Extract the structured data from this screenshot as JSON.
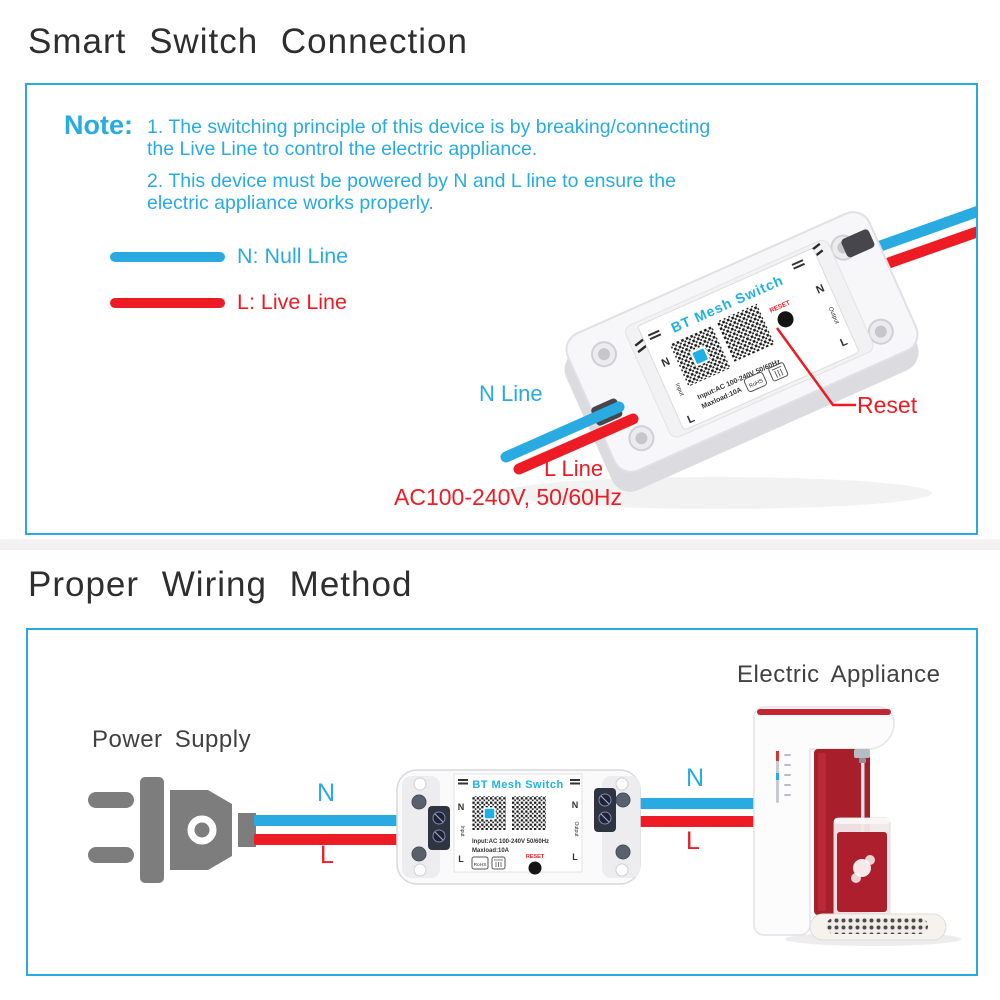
{
  "colors": {
    "accent_cyan": "#29ABE2",
    "accent_red": "#ED1C24",
    "title_dark": "#2e2e2e",
    "plug_gray": "#7d7d7d",
    "appliance_red": "#A91E2B"
  },
  "section1": {
    "title": "Smart Switch Connection",
    "note_label": "Note:",
    "notes": [
      {
        "l1": "1. The switching principle of this device is by breaking/connecting",
        "l2": "the Live Line to control the electric appliance."
      },
      {
        "l1": "2. This device must be powered by N and L line to ensure the",
        "l2": "electric appliance works properly."
      }
    ],
    "legend_null": "N: Null Line",
    "legend_live": "L: Live Line",
    "n_line": "N Line",
    "l_line": "L Line",
    "voltage": "AC100-240V, 50/60Hz",
    "reset": "Reset"
  },
  "device": {
    "name": "BT Mesh Switch",
    "n": "N",
    "l": "L",
    "input_col": "Input",
    "output_col": "Output",
    "spec1": "Input:AC 100-240V 50/60Hz",
    "spec2": "Maxload:10A",
    "reset": "RESET",
    "rohs": "RoHS"
  },
  "section2": {
    "title": "Proper Wiring Method",
    "power_supply": "Power Supply",
    "appliance": "Electric Appliance",
    "n": "N",
    "l": "L"
  }
}
